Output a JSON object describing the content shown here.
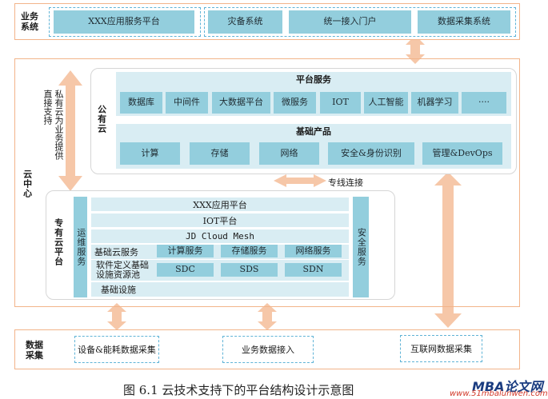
{
  "business_systems": {
    "title": "业务系统",
    "items": [
      "XXX应用服务平台",
      "灾备系统",
      "统一接入门户",
      "数据采集系统"
    ]
  },
  "cloud_center": {
    "title": "云中心",
    "private_support_note": "私有云为业务提供直接支持",
    "public_cloud": {
      "title": "公有云",
      "platform_services": {
        "title": "平台服务",
        "items": [
          "数据库",
          "中间件",
          "大数据平台",
          "微服务",
          "IOT",
          "人工智能",
          "机器学习",
          "····"
        ]
      },
      "basic_products": {
        "title": "基础产品",
        "items": [
          "计算",
          "存储",
          "网络",
          "安全&身份识别",
          "管理&DevOps"
        ]
      }
    },
    "dedicated_link": "专线连接",
    "private_cloud": {
      "title": "专有云平台",
      "ops_service": "运维服务",
      "security_service": "安全服务",
      "layers": {
        "app_platform": "XXX应用平台",
        "iot_platform": "IOT平台",
        "mesh": "JD Cloud Mesh",
        "basic_cloud": {
          "label": "基础云服务",
          "items": [
            "计算服务",
            "存储服务",
            "网络服务"
          ]
        },
        "sdi": {
          "label": "软件定义基础设施资源池",
          "items": [
            "SDC",
            "SDS",
            "SDN"
          ]
        },
        "infra": "基础设施"
      }
    }
  },
  "data_collection": {
    "title": "数据采集",
    "items": [
      "设备&能耗数据采集",
      "业务数据接入",
      "互联网数据采集"
    ]
  },
  "caption": "图 6.1 云技术支持下的平台结构设计示意图",
  "watermark": {
    "brand": "MBA论文网",
    "url": "www.51mbalunwen.com"
  }
}
